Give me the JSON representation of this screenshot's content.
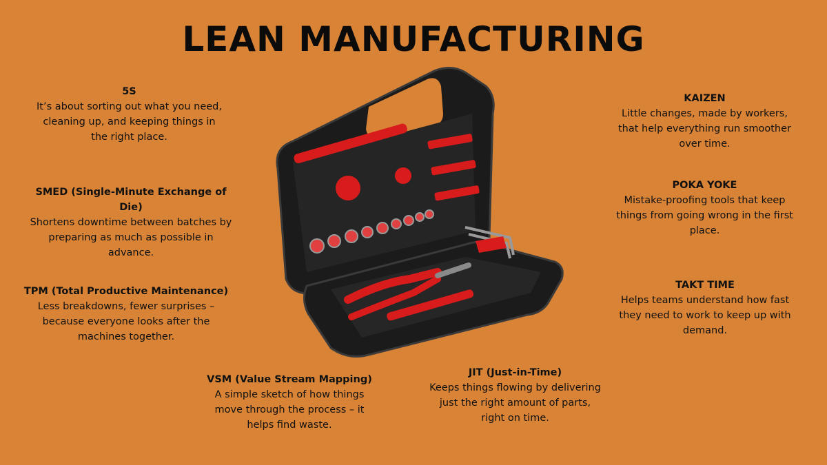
{
  "title": "LEAN MANUFACTURING",
  "items": {
    "five_s": {
      "heading": "5S",
      "text": "It’s about sorting out what you need, cleaning up, and keeping things in the right place."
    },
    "smed": {
      "heading": "SMED (Single-Minute Exchange of Die)",
      "text": "Shortens downtime between batches by preparing as much as possible in advance."
    },
    "tpm": {
      "heading": "TPM (Total Productive Maintenance)",
      "text": "Less breakdowns, fewer surprises – because everyone looks after the machines together."
    },
    "vsm": {
      "heading": "VSM (Value Stream Mapping)",
      "text": "A simple sketch of how things move through the process – it helps find waste."
    },
    "jit": {
      "heading": "JIT (Just-in-Time)",
      "text": "Keeps things flowing by delivering just the right amount of parts, right on time."
    },
    "kaizen": {
      "heading": "KAIZEN",
      "text": "Little changes, made by workers, that help everything run smoother over time."
    },
    "poka_yoke": {
      "heading": "POKA YOKE",
      "text": "Mistake-proofing tools that keep things from going wrong in the first place."
    },
    "takt": {
      "heading": "TAKT TIME",
      "text": "Helps teams understand how fast they need to work to keep up with demand."
    }
  },
  "colors": {
    "background": "#d88336",
    "case": "#1c1c1c",
    "accent": "#d81c1c"
  }
}
